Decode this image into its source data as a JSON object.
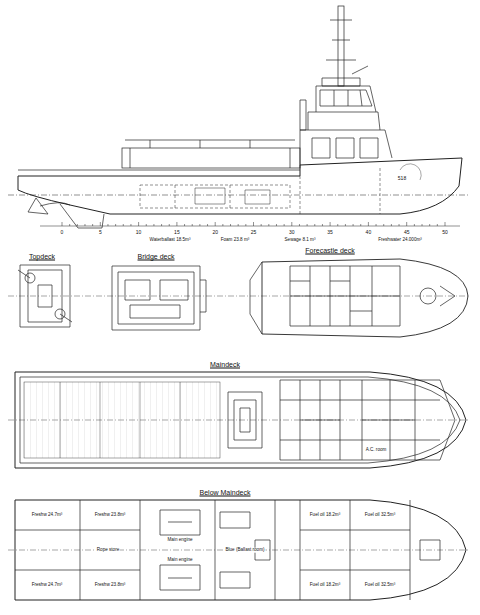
{
  "diagram": {
    "labels": [
      "Topdeck",
      "Bridge deck",
      "Forecastle deck",
      "Maindeck",
      "Below Maindeck",
      "0",
      "5",
      "10",
      "15",
      "20",
      "25",
      "30",
      "35",
      "40",
      "45",
      "50",
      "Waterballast 18.5m³",
      "Foam 23.8 m³",
      "Sewage 8.1 m³",
      "Freshwater 24.000m³",
      "518",
      "A.C. room",
      "Freshw 24.7m³",
      "Rope store",
      "Freshw 23.8m³",
      "Freshw 24.7m³",
      "Freshw 23.8m³",
      "Main engine",
      "Main engine",
      "Blue (Ballast room)",
      "Fuel oil 18.2m³",
      "Fuel oil 18.2m³",
      "Fuel oil 32.5m³",
      "Fuel oil 32.5m³"
    ]
  }
}
